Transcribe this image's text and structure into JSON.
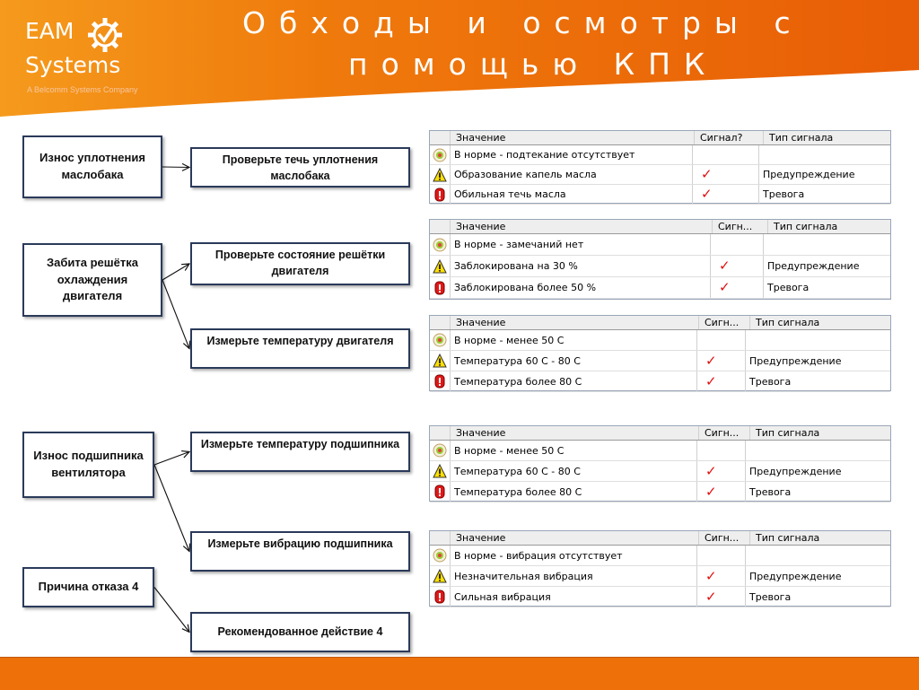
{
  "header": {
    "logo_line1": "EAM",
    "logo_line2": "Systems",
    "logo_subtitle": "A Belcomm Systems Company",
    "title_line1": "Обходы и осмотры с",
    "title_line2": "помощью КПК",
    "background_color": "#ee7008",
    "background_color_light": "#f7a020"
  },
  "causes": [
    {
      "id": "c1",
      "label": "Износ уплотнения маслобака"
    },
    {
      "id": "c2",
      "label": "Забита решётка охлаждения двигателя"
    },
    {
      "id": "c3",
      "label": "Износ подшипника вентилятора"
    },
    {
      "id": "c4",
      "label": "Причина отказа 4"
    }
  ],
  "actions": [
    {
      "id": "a1",
      "label": "Проверьте течь уплотнения маслобака"
    },
    {
      "id": "a2",
      "label": "Проверьте состояние решётки двигателя"
    },
    {
      "id": "a3",
      "label": "Измерьте температуру двигателя"
    },
    {
      "id": "a4",
      "label": "Измерьте температуру подшипника"
    },
    {
      "id": "a5",
      "label": "Измерьте вибрацию подшипника"
    },
    {
      "id": "a6",
      "label": "Рекомендованное действие 4"
    }
  ],
  "links": [
    {
      "from": "c1",
      "to": "a1"
    },
    {
      "from": "c2",
      "to": "a2"
    },
    {
      "from": "c2",
      "to": "a3"
    },
    {
      "from": "c3",
      "to": "a4"
    },
    {
      "from": "c3",
      "to": "a5"
    },
    {
      "from": "c4",
      "to": "a6"
    }
  ],
  "tables": [
    {
      "columns": [
        "Значение",
        "Сигнал?",
        "Тип сигнала"
      ],
      "rows": [
        {
          "icon": "ok-icon",
          "value": "В норме - подтекание отсутствует",
          "signal": false,
          "type": ""
        },
        {
          "icon": "warning-icon",
          "value": "Образование капель масла",
          "signal": true,
          "type": "Предупреждение"
        },
        {
          "icon": "alarm-icon",
          "value": "Обильная течь масла",
          "signal": true,
          "type": "Тревога"
        }
      ]
    },
    {
      "columns": [
        "Значение",
        "Сигн...",
        "Тип сигнала"
      ],
      "rows": [
        {
          "icon": "ok-icon",
          "value": "В норме - замечаний нет",
          "signal": false,
          "type": ""
        },
        {
          "icon": "warning-icon",
          "value": "Заблокирована на 30 %",
          "signal": true,
          "type": "Предупреждение"
        },
        {
          "icon": "alarm-icon",
          "value": "Заблокирована более 50 %",
          "signal": true,
          "type": "Тревога"
        }
      ]
    },
    {
      "columns": [
        "Значение",
        "Сигн...",
        "Тип сигнала"
      ],
      "rows": [
        {
          "icon": "ok-icon",
          "value": "В норме - менее 50 С",
          "signal": false,
          "type": ""
        },
        {
          "icon": "warning-icon",
          "value": "Температура 60 С - 80 С",
          "signal": true,
          "type": "Предупреждение"
        },
        {
          "icon": "alarm-icon",
          "value": "Температура более 80 С",
          "signal": true,
          "type": "Тревога"
        }
      ]
    },
    {
      "columns": [
        "Значение",
        "Сигн...",
        "Тип сигнала"
      ],
      "rows": [
        {
          "icon": "ok-icon",
          "value": "В норме - менее 50 С",
          "signal": false,
          "type": ""
        },
        {
          "icon": "warning-icon",
          "value": "Температура 60 С - 80 С",
          "signal": true,
          "type": "Предупреждение"
        },
        {
          "icon": "alarm-icon",
          "value": "Температура более 80 С",
          "signal": true,
          "type": "Тревога"
        }
      ]
    },
    {
      "columns": [
        "Значение",
        "Сигн...",
        "Тип сигнала"
      ],
      "rows": [
        {
          "icon": "ok-icon",
          "value": "В норме - вибрация отсутствует",
          "signal": false,
          "type": ""
        },
        {
          "icon": "warning-icon",
          "value": "Незначительная вибрация",
          "signal": true,
          "type": "Предупреждение"
        },
        {
          "icon": "alarm-icon",
          "value": "Сильная вибрация",
          "signal": true,
          "type": "Тревога"
        }
      ]
    }
  ],
  "colors": {
    "box_border": "#2a3a5a",
    "check": "#e01010",
    "footer": "#ee7008"
  }
}
